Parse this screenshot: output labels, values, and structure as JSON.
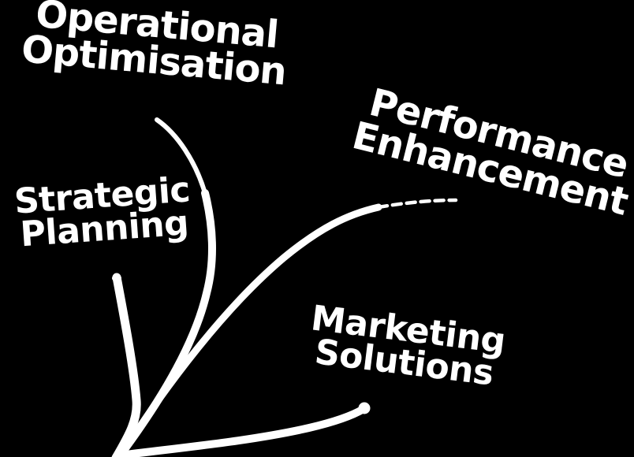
{
  "colors": {
    "background": "#000000",
    "ink": "#ffffff"
  },
  "diagram": {
    "labels": {
      "operational": {
        "line1": "Operational",
        "line2": "Optimisation"
      },
      "performance": {
        "line1": "Performance",
        "line2": "Enhancement"
      },
      "strategic": {
        "line1": "Strategic",
        "line2": "Planning"
      },
      "marketing": {
        "line1": "Marketing",
        "line2": "Solutions"
      }
    }
  }
}
